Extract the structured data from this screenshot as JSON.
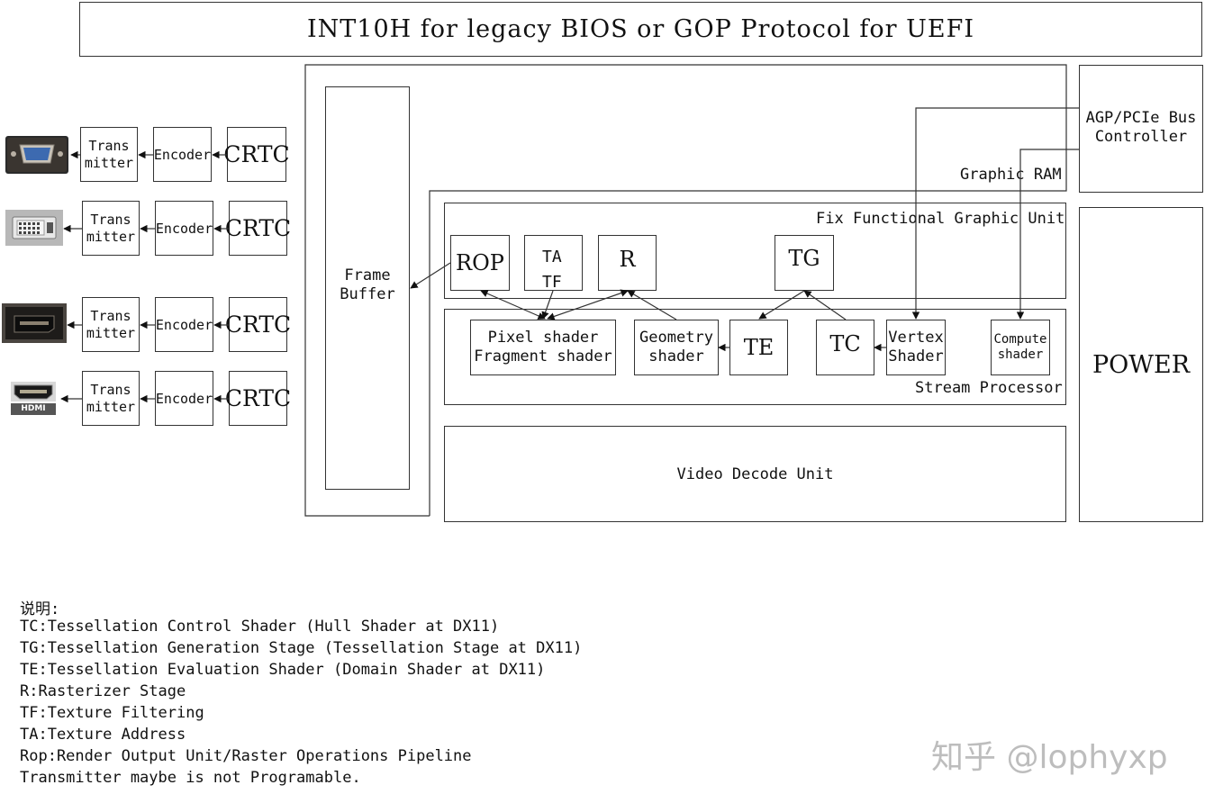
{
  "header": {
    "title": "INT10H for legacy BIOS or GOP Protocol for UEFI"
  },
  "blocks": {
    "graphic_ram": "Graphic RAM",
    "frame_buffer": [
      "Frame",
      "Buffer"
    ],
    "agp_bus": [
      "AGP/PCIe Bus",
      "Controller"
    ],
    "power": "POWER",
    "fixed_unit": "Fix Functional Graphic Unit",
    "stream_processor": "Stream Processor",
    "video_decode": "Video Decode Unit",
    "rop": "ROP",
    "ta_tf": [
      "TA",
      "TF"
    ],
    "r": "R",
    "tg": "TG",
    "pixel_shader": [
      "Pixel shader",
      "Fragment shader"
    ],
    "geometry_shader": [
      "Geometry",
      "shader"
    ],
    "te": "TE",
    "tc": "TC",
    "vertex_shader": [
      "Vertex",
      "Shader"
    ],
    "compute_shader": [
      "Compute",
      "shader"
    ]
  },
  "display_chain": {
    "transmitter": [
      "Trans",
      "mitter"
    ],
    "encoder": "Encoder",
    "crtc": "CRTC",
    "hdmi_label": "HDMI"
  },
  "legend": {
    "title": "说明:",
    "items": [
      "TC:Tessellation Control Shader (Hull Shader at DX11)",
      "TG:Tessellation Generation Stage (Tessellation Stage at DX11)",
      "TE:Tessellation Evaluation Shader (Domain Shader at DX11)",
      "R:Rasterizer Stage",
      "TF:Texture Filtering",
      "TA:Texture Address",
      "Rop:Render Output Unit/Raster Operations Pipeline",
      "Transmitter maybe is not Programable."
    ]
  },
  "watermark": "知乎 @lophyxp"
}
